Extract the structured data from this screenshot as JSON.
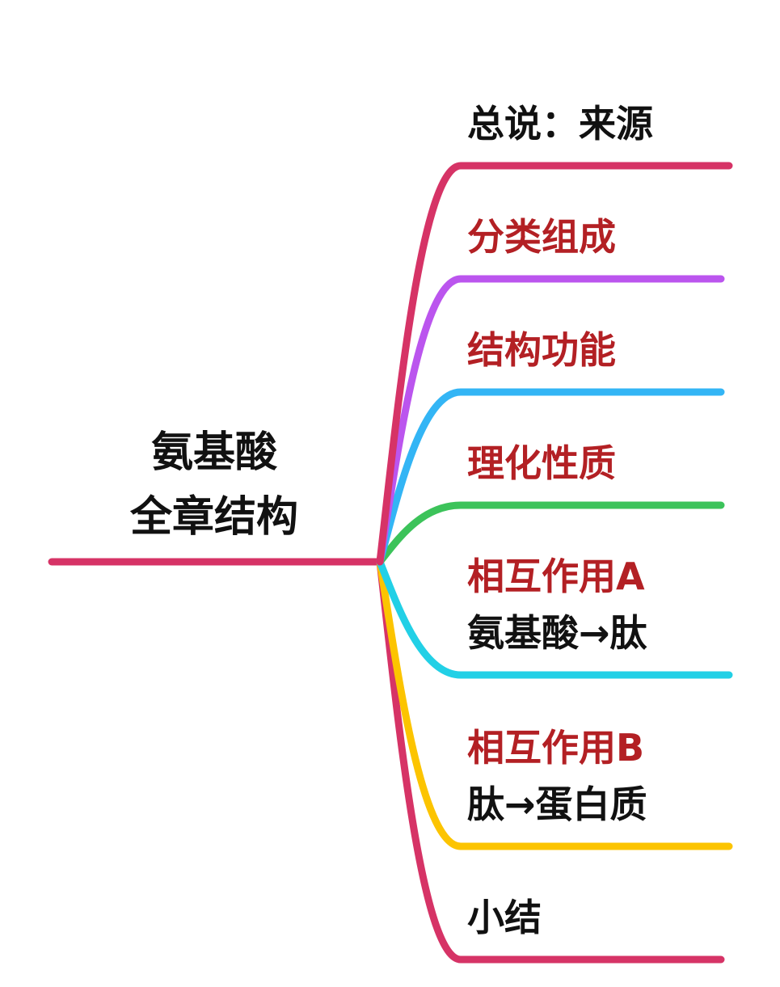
{
  "root": {
    "lines": [
      "氨基酸",
      "全章结构"
    ],
    "color": "#d63366"
  },
  "branches": [
    {
      "lines": [
        "总说：来源"
      ],
      "tones": [
        "black"
      ],
      "color": "#d63366"
    },
    {
      "lines": [
        "分类组成"
      ],
      "tones": [
        "red"
      ],
      "color": "#bb55ee"
    },
    {
      "lines": [
        "结构功能"
      ],
      "tones": [
        "red"
      ],
      "color": "#33b5f5"
    },
    {
      "lines": [
        "理化性质"
      ],
      "tones": [
        "red"
      ],
      "color": "#3cc35a"
    },
    {
      "lines": [
        "相互作用A",
        "氨基酸→肽"
      ],
      "tones": [
        "red",
        "black"
      ],
      "color": "#22d0e6"
    },
    {
      "lines": [
        "相互作用B",
        "肽→蛋白质"
      ],
      "tones": [
        "red",
        "black"
      ],
      "color": "#fcc400"
    },
    {
      "lines": [
        "小结"
      ],
      "tones": [
        "black"
      ],
      "color": "#d63366"
    }
  ]
}
